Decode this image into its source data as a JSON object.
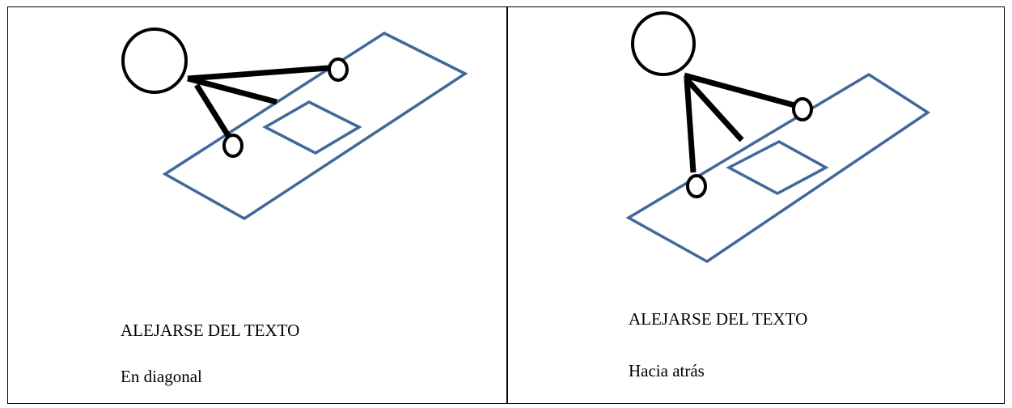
{
  "colors": {
    "document_outline": "#41689a",
    "figure": "#000000",
    "border": "#000000"
  },
  "panels": [
    {
      "title": "ALEJARSE DEL TEXTO",
      "subtitle": "En diagonal"
    },
    {
      "title": "ALEJARSE DEL TEXTO",
      "subtitle": "Hacia atrás"
    }
  ]
}
